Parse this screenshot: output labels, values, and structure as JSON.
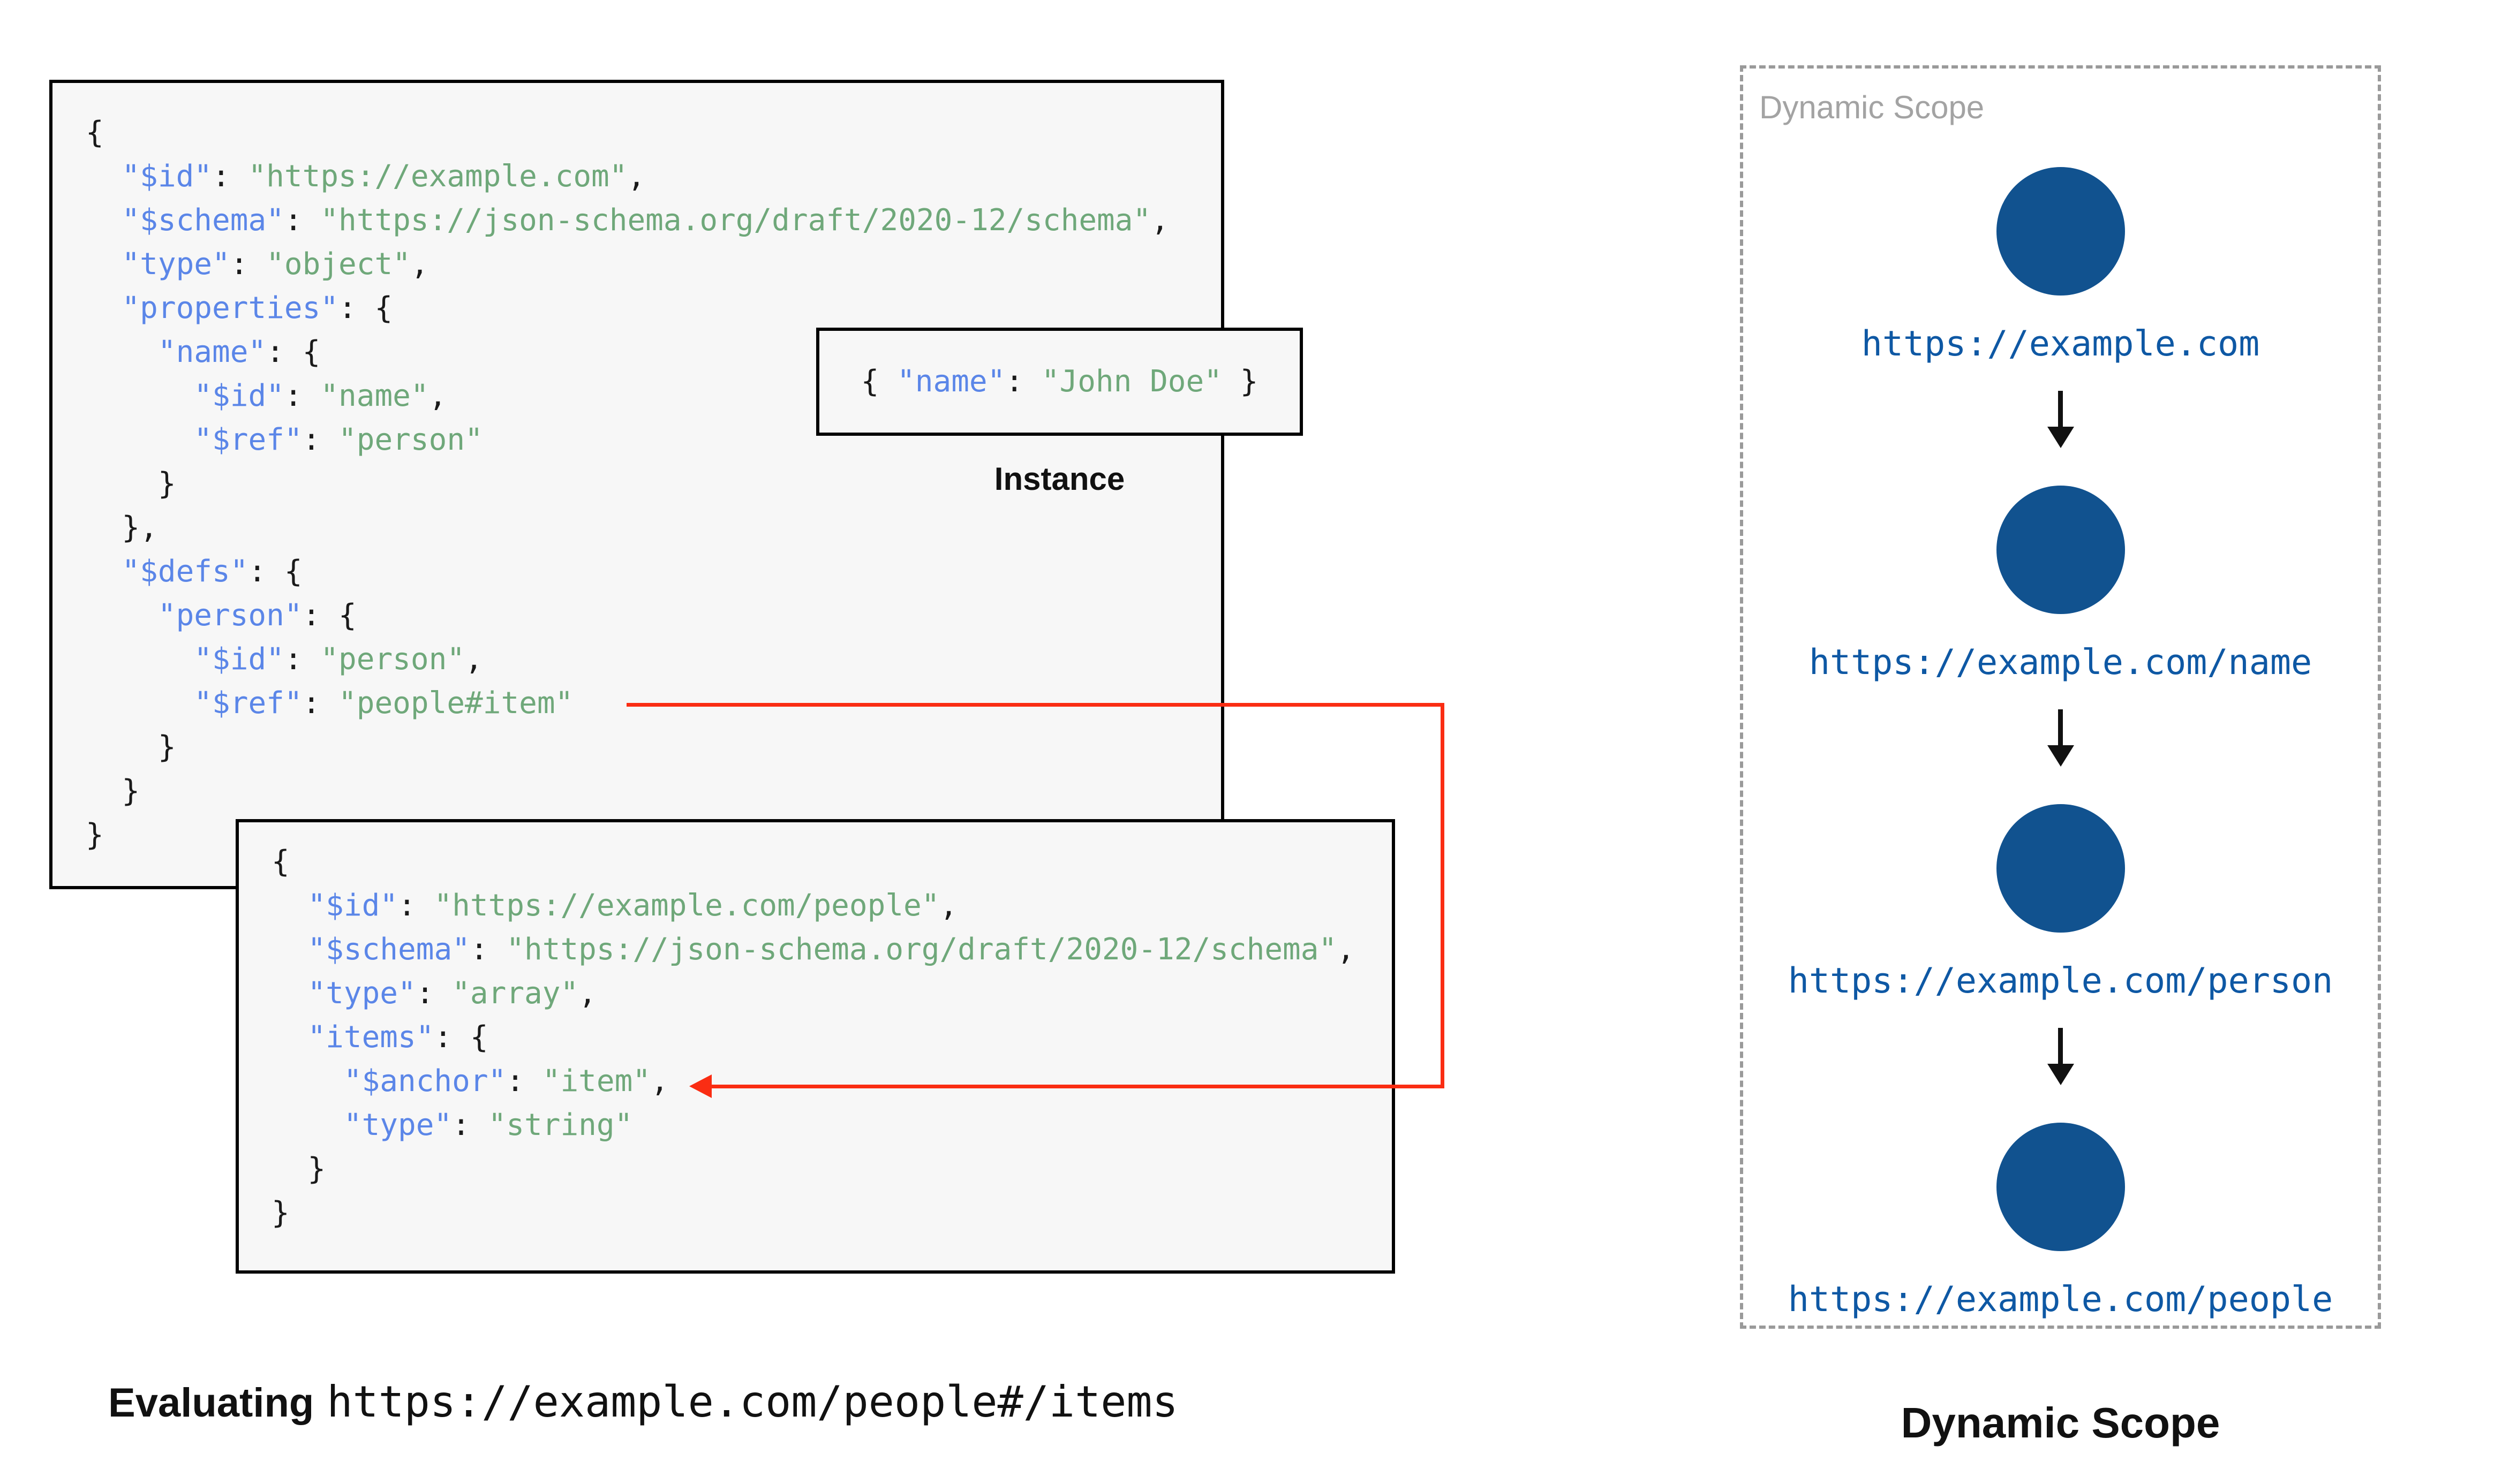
{
  "colors": {
    "key_blue": "#5b86e8",
    "string_green": "#6fa87a",
    "code_black": "#1a1a1a",
    "box_bg": "#f7f7f7",
    "box_border": "#000000",
    "arrow_red": "#fa2d13",
    "node_blue": "#11528f",
    "url_blue": "#0e58a4",
    "watermark_gray": "#a3a3a3",
    "dashed_gray": "#9a9a9a",
    "label_black": "#111111"
  },
  "schema_root": {
    "lines": [
      [
        [
          "p",
          "{"
        ]
      ],
      [
        [
          "p",
          "  "
        ],
        [
          "k",
          "\"$id\""
        ],
        [
          "p",
          ": "
        ],
        [
          "s",
          "\"https://example.com\""
        ],
        [
          "p",
          ","
        ]
      ],
      [
        [
          "p",
          "  "
        ],
        [
          "k",
          "\"$schema\""
        ],
        [
          "p",
          ": "
        ],
        [
          "s",
          "\"https://json-schema.org/draft/2020-12/schema\""
        ],
        [
          "p",
          ","
        ]
      ],
      [
        [
          "p",
          "  "
        ],
        [
          "k",
          "\"type\""
        ],
        [
          "p",
          ": "
        ],
        [
          "s",
          "\"object\""
        ],
        [
          "p",
          ","
        ]
      ],
      [
        [
          "p",
          "  "
        ],
        [
          "k",
          "\"properties\""
        ],
        [
          "p",
          ": {"
        ]
      ],
      [
        [
          "p",
          "    "
        ],
        [
          "k",
          "\"name\""
        ],
        [
          "p",
          ": {"
        ]
      ],
      [
        [
          "p",
          "      "
        ],
        [
          "k",
          "\"$id\""
        ],
        [
          "p",
          ": "
        ],
        [
          "s",
          "\"name\""
        ],
        [
          "p",
          ","
        ]
      ],
      [
        [
          "p",
          "      "
        ],
        [
          "k",
          "\"$ref\""
        ],
        [
          "p",
          ": "
        ],
        [
          "s",
          "\"person\""
        ]
      ],
      [
        [
          "p",
          "    }"
        ]
      ],
      [
        [
          "p",
          "  },"
        ]
      ],
      [
        [
          "p",
          "  "
        ],
        [
          "k",
          "\"$defs\""
        ],
        [
          "p",
          ": {"
        ]
      ],
      [
        [
          "p",
          "    "
        ],
        [
          "k",
          "\"person\""
        ],
        [
          "p",
          ": {"
        ]
      ],
      [
        [
          "p",
          "      "
        ],
        [
          "k",
          "\"$id\""
        ],
        [
          "p",
          ": "
        ],
        [
          "s",
          "\"person\""
        ],
        [
          "p",
          ","
        ]
      ],
      [
        [
          "p",
          "      "
        ],
        [
          "k",
          "\"$ref\""
        ],
        [
          "p",
          ": "
        ],
        [
          "s",
          "\"people#item\""
        ]
      ],
      [
        [
          "p",
          "    }"
        ]
      ],
      [
        [
          "p",
          "  }"
        ]
      ],
      [
        [
          "p",
          "}"
        ]
      ]
    ]
  },
  "instance": {
    "label": "Instance",
    "line": [
      [
        "p",
        "{ "
      ],
      [
        "k",
        "\"name\""
      ],
      [
        "p",
        ": "
      ],
      [
        "s",
        "\"John Doe\""
      ],
      [
        "p",
        " }"
      ]
    ]
  },
  "schema_people": {
    "lines": [
      [
        [
          "p",
          "{"
        ]
      ],
      [
        [
          "p",
          "  "
        ],
        [
          "k",
          "\"$id\""
        ],
        [
          "p",
          ": "
        ],
        [
          "s",
          "\"https://example.com/people\""
        ],
        [
          "p",
          ","
        ]
      ],
      [
        [
          "p",
          "  "
        ],
        [
          "k",
          "\"$schema\""
        ],
        [
          "p",
          ": "
        ],
        [
          "s",
          "\"https://json-schema.org/draft/2020-12/schema\""
        ],
        [
          "p",
          ","
        ]
      ],
      [
        [
          "p",
          "  "
        ],
        [
          "k",
          "\"type\""
        ],
        [
          "p",
          ": "
        ],
        [
          "s",
          "\"array\""
        ],
        [
          "p",
          ","
        ]
      ],
      [
        [
          "p",
          "  "
        ],
        [
          "k",
          "\"items\""
        ],
        [
          "p",
          ": {"
        ]
      ],
      [
        [
          "p",
          "    "
        ],
        [
          "k",
          "\"$anchor\""
        ],
        [
          "p",
          ": "
        ],
        [
          "s",
          "\"item\""
        ],
        [
          "p",
          ","
        ]
      ],
      [
        [
          "p",
          "    "
        ],
        [
          "k",
          "\"type\""
        ],
        [
          "p",
          ": "
        ],
        [
          "s",
          "\"string\""
        ]
      ],
      [
        [
          "p",
          "  }"
        ]
      ],
      [
        [
          "p",
          "}"
        ]
      ]
    ]
  },
  "dynamic_scope": {
    "watermark": "Dynamic Scope",
    "caption": "Dynamic Scope",
    "nodes": [
      {
        "url": "https://example.com"
      },
      {
        "url": "https://example.com/name"
      },
      {
        "url": "https://example.com/person"
      },
      {
        "url": "https://example.com/people"
      }
    ]
  },
  "evaluating": {
    "label": "Evaluating",
    "uri": "https://example.com/people#/items"
  }
}
